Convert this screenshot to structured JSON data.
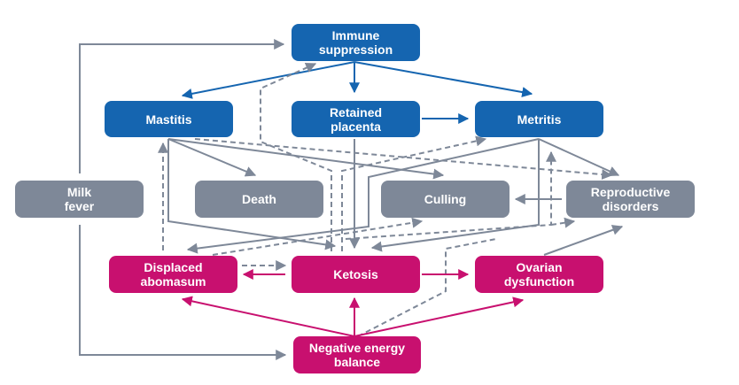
{
  "diagram": {
    "colors": {
      "immune_group": "#1565b0",
      "outcome_group": "#7e8898",
      "metabolic_group": "#c8106f",
      "connector": "#7e8898"
    },
    "nodes": {
      "immune_suppression": {
        "line1": "Immune",
        "line2": "suppression"
      },
      "mastitis": {
        "line1": "Mastitis"
      },
      "retained_placenta": {
        "line1": "Retained",
        "line2": "placenta"
      },
      "metritis": {
        "line1": "Metritis"
      },
      "milk_fever": {
        "line1": "Milk",
        "line2": "fever"
      },
      "death": {
        "line1": "Death"
      },
      "culling": {
        "line1": "Culling"
      },
      "reproductive_disorders": {
        "line1": "Reproductive",
        "line2": "disorders"
      },
      "displaced_abomasum": {
        "line1": "Displaced",
        "line2": "abomasum"
      },
      "ketosis": {
        "line1": "Ketosis"
      },
      "ovarian_dysfunction": {
        "line1": "Ovarian",
        "line2": "dysfunction"
      },
      "negative_energy_balance": {
        "line1": "Negative energy",
        "line2": "balance"
      }
    },
    "edges": [
      {
        "from": "Immune suppression",
        "to": "Mastitis",
        "style": "solid",
        "color": "blue"
      },
      {
        "from": "Immune suppression",
        "to": "Retained placenta",
        "style": "solid",
        "color": "blue"
      },
      {
        "from": "Immune suppression",
        "to": "Metritis",
        "style": "solid",
        "color": "blue"
      },
      {
        "from": "Retained placenta",
        "to": "Metritis",
        "style": "solid",
        "color": "blue"
      },
      {
        "from": "Milk fever",
        "to": "Immune suppression",
        "style": "solid",
        "color": "grey"
      },
      {
        "from": "Milk fever",
        "to": "Negative energy balance",
        "style": "solid",
        "color": "grey"
      },
      {
        "from": "Mastitis",
        "to": "Death",
        "style": "solid",
        "color": "grey"
      },
      {
        "from": "Mastitis",
        "to": "Culling",
        "style": "solid",
        "color": "grey"
      },
      {
        "from": "Mastitis",
        "to": "Reproductive disorders",
        "style": "dashed",
        "color": "grey"
      },
      {
        "from": "Mastitis",
        "to": "Ketosis",
        "style": "solid",
        "color": "grey"
      },
      {
        "from": "Retained placenta",
        "to": "Ketosis",
        "style": "solid",
        "color": "grey"
      },
      {
        "from": "Metritis",
        "to": "Reproductive disorders",
        "style": "solid",
        "color": "grey"
      },
      {
        "from": "Metritis",
        "to": "Displaced abomasum",
        "style": "solid",
        "color": "grey"
      },
      {
        "from": "Metritis",
        "to": "Ketosis",
        "style": "solid",
        "color": "grey"
      },
      {
        "from": "Reproductive disorders",
        "to": "Culling",
        "style": "solid",
        "color": "grey"
      },
      {
        "from": "Ovarian dysfunction",
        "to": "Reproductive disorders",
        "style": "solid",
        "color": "grey"
      },
      {
        "from": "Displaced abomasum",
        "to": "Ketosis",
        "style": "dashed",
        "color": "grey"
      },
      {
        "from": "Displaced abomasum",
        "to": "Mastitis",
        "style": "dashed",
        "color": "grey"
      },
      {
        "from": "Displaced abomasum",
        "to": "Culling",
        "style": "dashed",
        "color": "grey"
      },
      {
        "from": "Ketosis",
        "to": "Immune suppression",
        "style": "dashed",
        "color": "grey"
      },
      {
        "from": "Ketosis",
        "to": "Metritis",
        "style": "dashed",
        "color": "grey"
      },
      {
        "from": "Ketosis",
        "to": "Reproductive disorders",
        "style": "dashed",
        "color": "grey"
      },
      {
        "from": "Negative energy balance",
        "to": "Metritis",
        "style": "dashed",
        "color": "grey"
      },
      {
        "from": "Ketosis",
        "to": "Displaced abomasum",
        "style": "solid",
        "color": "pink"
      },
      {
        "from": "Ketosis",
        "to": "Ovarian dysfunction",
        "style": "solid",
        "color": "pink"
      },
      {
        "from": "Negative energy balance",
        "to": "Displaced abomasum",
        "style": "solid",
        "color": "pink"
      },
      {
        "from": "Negative energy balance",
        "to": "Ketosis",
        "style": "solid",
        "color": "pink"
      },
      {
        "from": "Negative energy balance",
        "to": "Ovarian dysfunction",
        "style": "solid",
        "color": "pink"
      }
    ]
  }
}
